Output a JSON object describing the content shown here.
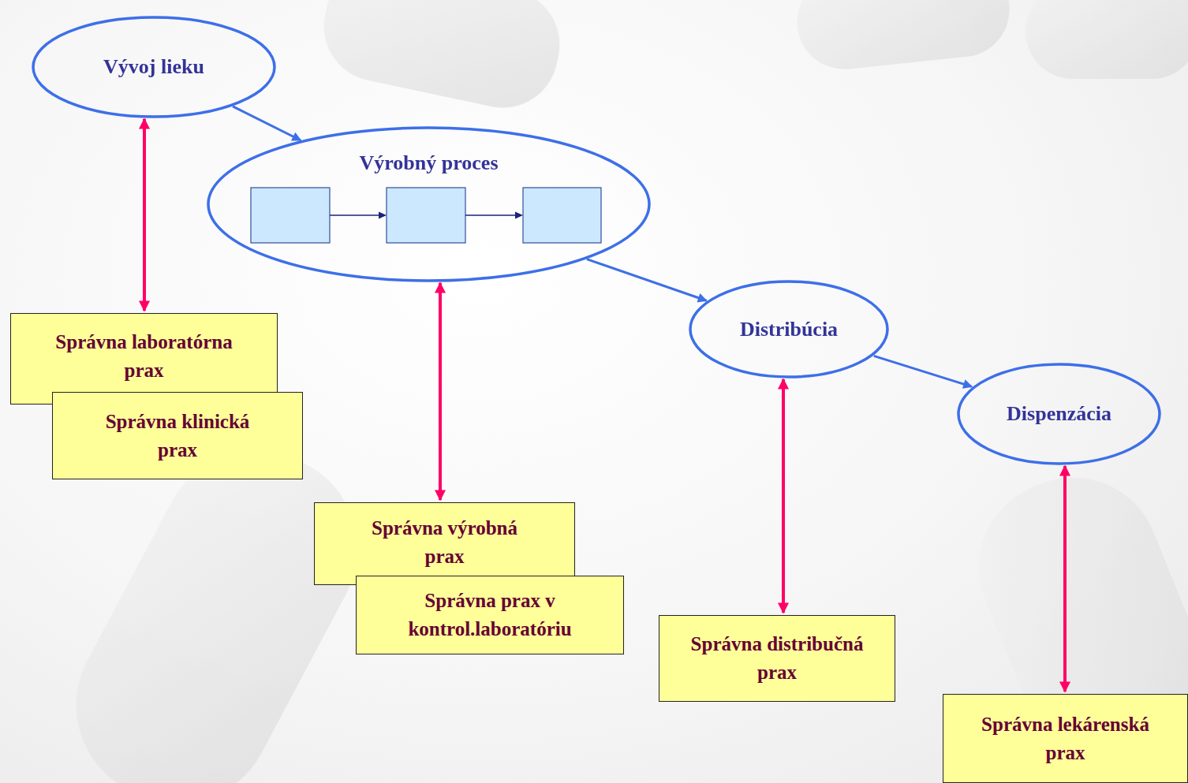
{
  "diagram": {
    "nodes": [
      {
        "text": [
          "Vývoj lieku"
        ]
      },
      {
        "text": [
          "Výrobný proces"
        ]
      },
      {
        "text": [
          "Distribúcia"
        ]
      },
      {
        "text": [
          "Dispenzácia"
        ]
      },
      {
        "text": [
          "Správna laboratórna prax"
        ]
      },
      {
        "text": [
          "Správna klinická prax"
        ]
      },
      {
        "text": [
          "Správna výrobná prax"
        ]
      },
      {
        "text": [
          "Správna prax v kontrol.laboratóriu"
        ]
      },
      {
        "text": [
          "Správna distribučná prax"
        ]
      },
      {
        "text": [
          "Správna lekárenská prax"
        ]
      }
    ],
    "edges": [
      {
        "from": 0,
        "to": 1,
        "arrow": "to"
      },
      {
        "from": 1,
        "to": 2,
        "arrow": "to"
      },
      {
        "from": 2,
        "to": 3,
        "arrow": "to"
      },
      {
        "from": 0,
        "to": 4,
        "arrow": "both"
      },
      {
        "from": 1,
        "to": 6,
        "arrow": "both"
      },
      {
        "from": 2,
        "to": 8,
        "arrow": "both"
      },
      {
        "from": 3,
        "to": 9,
        "arrow": "both"
      }
    ]
  }
}
